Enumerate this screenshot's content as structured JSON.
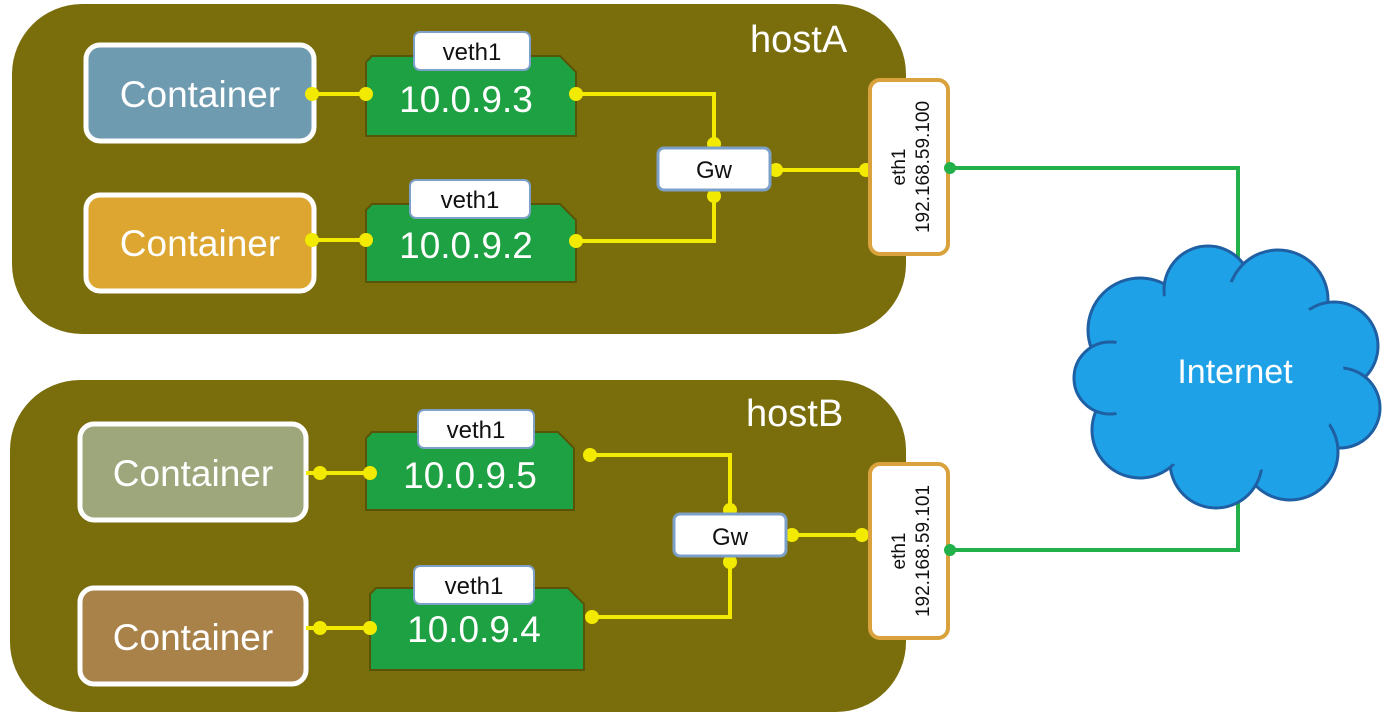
{
  "hosts": {
    "a": {
      "name": "hostA",
      "containers": [
        {
          "label": "Container",
          "color": "#6f9bb0"
        },
        {
          "label": "Container",
          "color": "#dca631"
        }
      ],
      "veths": [
        {
          "tag": "veth1",
          "ip": "10.0.9.3"
        },
        {
          "tag": "veth1",
          "ip": "10.0.9.2"
        }
      ],
      "gateway": "Gw",
      "eth": {
        "name": "eth1",
        "ip": "192.168.59.100"
      }
    },
    "b": {
      "name": "hostB",
      "containers": [
        {
          "label": "Container",
          "color": "#9ea77c"
        },
        {
          "label": "Container",
          "color": "#a9824a"
        }
      ],
      "veths": [
        {
          "tag": "veth1",
          "ip": "10.0.9.5"
        },
        {
          "tag": "veth1",
          "ip": "10.0.9.4"
        }
      ],
      "gateway": "Gw",
      "eth": {
        "name": "eth1",
        "ip": "192.168.59.101"
      }
    }
  },
  "cloud": {
    "label": "Internet",
    "color": "#1ea1e6"
  },
  "colors": {
    "host_fill": "#7a6e0c",
    "veth_fill": "#1ea142",
    "link_internal": "#f2ea00",
    "link_external": "#22b04a",
    "eth_border": "#d9a23c"
  }
}
